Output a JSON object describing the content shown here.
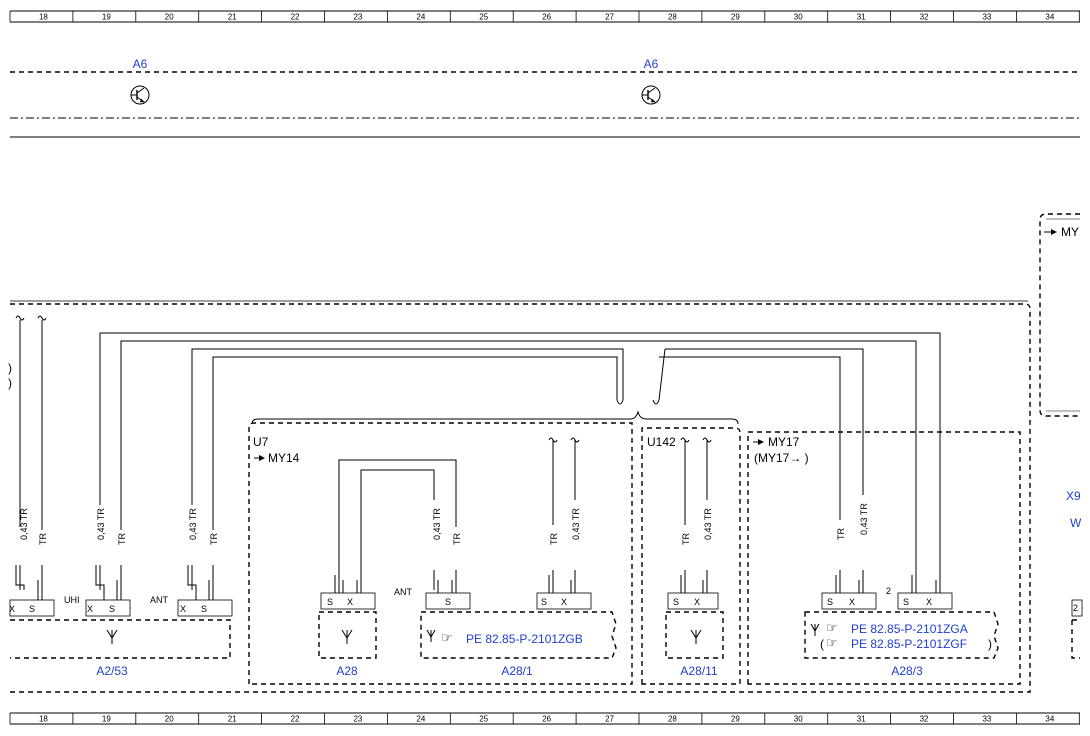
{
  "ruler": {
    "columns": [
      "18",
      "19",
      "20",
      "21",
      "22",
      "23",
      "24",
      "25",
      "26",
      "27",
      "28",
      "29",
      "30",
      "31",
      "32",
      "33",
      "34"
    ]
  },
  "transistors": [
    {
      "label": "A6"
    },
    {
      "label": "A6"
    }
  ],
  "components": {
    "a2_53": {
      "label": "A2/53",
      "tag_uhi": "UHI",
      "tag_ant": "ANT"
    },
    "a28": {
      "label": "A28"
    },
    "a28_1": {
      "label": "A28/1",
      "ref": "PE 82.85-P-2101ZGB",
      "tag_ant": "ANT"
    },
    "a28_11": {
      "label": "A28/11"
    },
    "a28_3": {
      "label": "A28/3",
      "ref1": "PE 82.85-P-2101ZGA",
      "ref2": "PE 82.85-P-2101ZGF",
      "paren_open": "(",
      "paren_close": ")",
      "pin_num": "2"
    }
  },
  "groups": {
    "u7": {
      "title": "U7",
      "note": "MY14"
    },
    "u142": {
      "title": "U142"
    },
    "my17": {
      "title": "MY17",
      "note": "(MY17→ )"
    },
    "right_partial": {
      "title": "MY"
    }
  },
  "wires": {
    "w043tr": "0,43 TR",
    "wtr": "TR"
  },
  "pins": {
    "s": "S",
    "x": "X"
  },
  "edge_labels": {
    "x9": "X9",
    "w": "W",
    "pin2": "2"
  },
  "colors": {
    "link": "#1f3fcf",
    "line": "#000000"
  }
}
